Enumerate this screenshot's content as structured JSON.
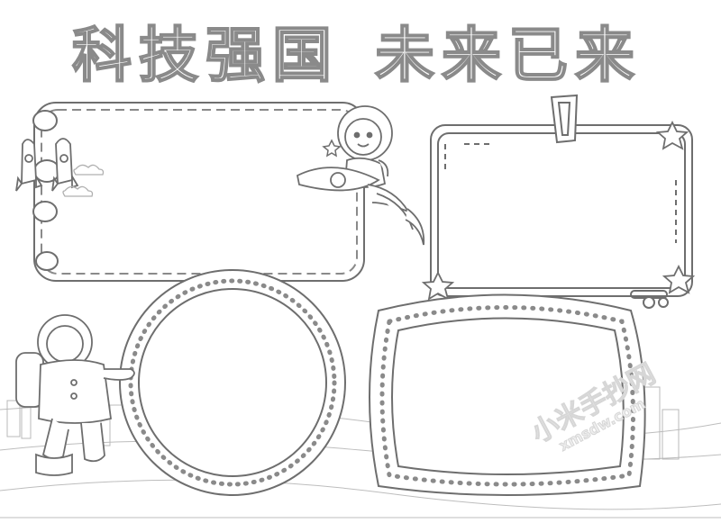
{
  "poster": {
    "title_left": "科技强国",
    "title_right": "未来已来"
  },
  "watermark": {
    "text_cn": "小米手抄网",
    "text_en": "xmsdw.com"
  },
  "icons": [
    "rocket-icon",
    "astronaut-icon",
    "star-icon",
    "paper-clip-icon",
    "cloud-icon"
  ],
  "colors": {
    "outline": "#6e6e6e",
    "light_outline": "#a8a8a8",
    "background": "#ffffff"
  }
}
